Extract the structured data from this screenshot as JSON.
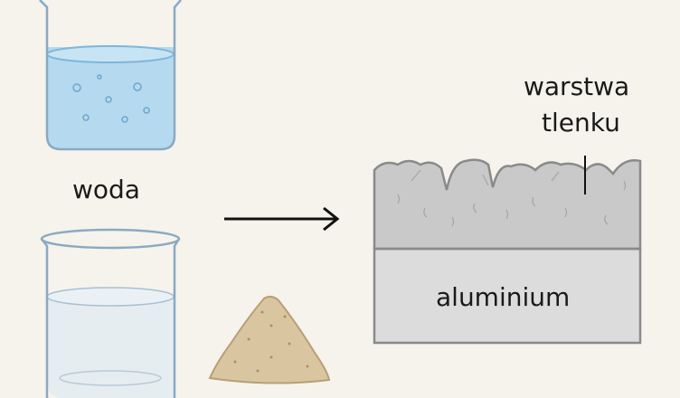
{
  "labels": {
    "water": "woda",
    "oxide_layer_line1": "warstwa",
    "oxide_layer_line2": "tlenku",
    "metal": "aluminium"
  },
  "colors": {
    "background": "#f5f3ec",
    "water": "#a9d4ef",
    "oxide": "#c9c9c9",
    "aluminium": "#dcdcdc",
    "sand": "#d9c6a0"
  }
}
